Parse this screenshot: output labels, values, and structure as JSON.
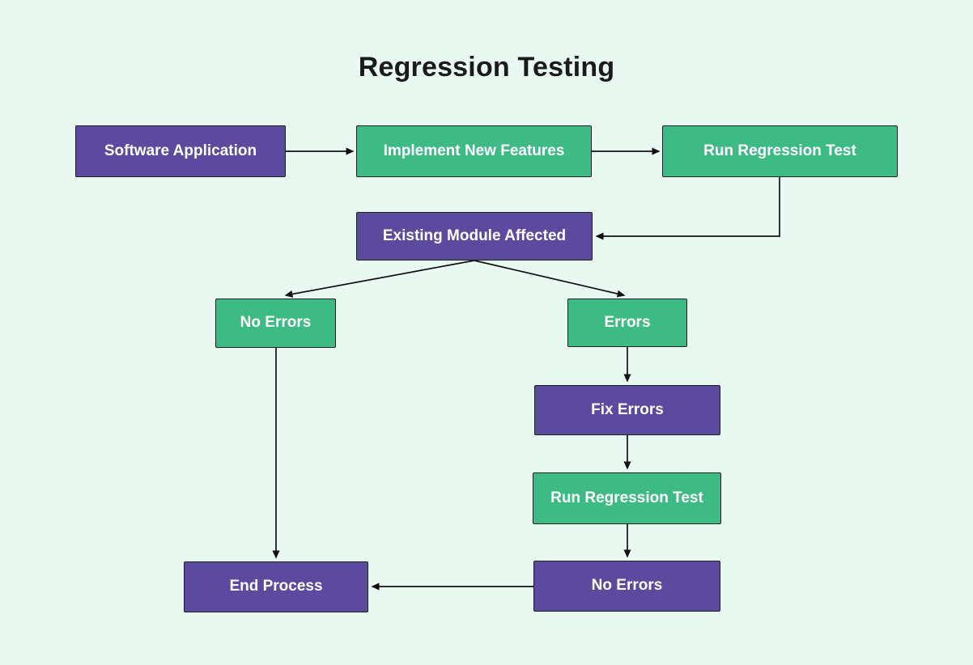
{
  "title": "Regression Testing",
  "colors": {
    "background": "#e9f8f1",
    "purple": "#5b4a9e",
    "green": "#3eba85",
    "node_text": "#ffffff",
    "line": "#111111",
    "title_text": "#1b1b1b"
  },
  "chart_data": {
    "type": "flowchart",
    "title": "Regression Testing",
    "nodes": [
      {
        "id": "software-application",
        "label": "Software Application",
        "color": "purple"
      },
      {
        "id": "implement-new-features",
        "label": "Implement New Features",
        "color": "green"
      },
      {
        "id": "run-regression-test-top",
        "label": "Run Regression Test",
        "color": "green"
      },
      {
        "id": "existing-module-affected",
        "label": "Existing Module Affected",
        "color": "purple"
      },
      {
        "id": "no-errors-left",
        "label": "No Errors",
        "color": "green"
      },
      {
        "id": "errors",
        "label": "Errors",
        "color": "green"
      },
      {
        "id": "fix-errors",
        "label": "Fix Errors",
        "color": "purple"
      },
      {
        "id": "run-regression-test-bottom",
        "label": "Run Regression Test",
        "color": "green"
      },
      {
        "id": "no-errors-bottom",
        "label": "No Errors",
        "color": "purple"
      },
      {
        "id": "end-process",
        "label": "End Process",
        "color": "purple"
      }
    ],
    "edges": [
      {
        "from": "software-application",
        "to": "implement-new-features"
      },
      {
        "from": "implement-new-features",
        "to": "run-regression-test-top"
      },
      {
        "from": "run-regression-test-top",
        "to": "existing-module-affected"
      },
      {
        "from": "existing-module-affected",
        "to": "no-errors-left"
      },
      {
        "from": "existing-module-affected",
        "to": "errors"
      },
      {
        "from": "errors",
        "to": "fix-errors"
      },
      {
        "from": "fix-errors",
        "to": "run-regression-test-bottom"
      },
      {
        "from": "run-regression-test-bottom",
        "to": "no-errors-bottom"
      },
      {
        "from": "no-errors-bottom",
        "to": "end-process"
      },
      {
        "from": "no-errors-left",
        "to": "end-process"
      }
    ]
  },
  "nodes": [
    {
      "label": "Software Application"
    },
    {
      "label": "Implement New Features"
    },
    {
      "label": "Run Regression Test"
    },
    {
      "label": "Existing Module Affected"
    },
    {
      "label": "No Errors"
    },
    {
      "label": "Errors"
    },
    {
      "label": "Fix Errors"
    },
    {
      "label": "Run Regression Test"
    },
    {
      "label": "No Errors"
    },
    {
      "label": "End Process"
    }
  ]
}
